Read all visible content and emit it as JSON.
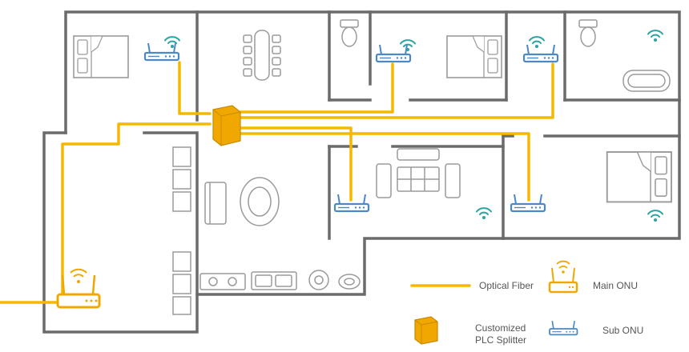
{
  "colors": {
    "wall": "#6b6b6b",
    "fiber": "#f5b800",
    "splitter": "#f0a800",
    "splitter_dark": "#c98a00",
    "sub_onu": "#4a88c7",
    "wifi": "#2ea3a3",
    "furniture": "#9a9a9a",
    "text": "#555555"
  },
  "legend": {
    "optical_fiber": "Optical Fiber",
    "main_onu": "Main ONU",
    "splitter_line1": "Customized",
    "splitter_line2": "PLC Splitter",
    "sub_onu": "Sub ONU"
  },
  "icons": {
    "splitter": "plc-splitter-icon",
    "main_onu": "main-onu-router-icon",
    "sub_onu": "sub-onu-router-icon",
    "wifi": "wifi-signal-icon"
  }
}
